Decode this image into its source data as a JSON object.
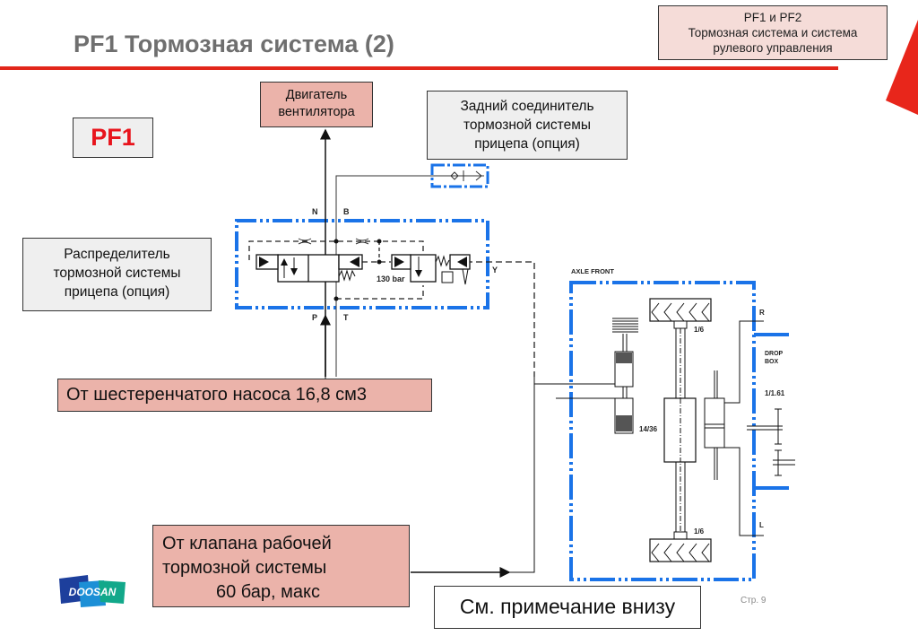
{
  "slide": {
    "title": "PF1 Тормозная система (2)",
    "page_number": "Стр. 9",
    "accent_color": "#e2261b",
    "frame_color": "#1a73e8"
  },
  "header_box": {
    "line1": "PF1 и PF2",
    "line2": "Тормозная система и система",
    "line3": "рулевого управления"
  },
  "pf1_badge": "PF1",
  "callouts": {
    "fan_motor": {
      "line1": "Двигатель",
      "line2": "вентилятора"
    },
    "rear_coupler": {
      "line1": "Задний соединитель",
      "line2": "тормозной системы",
      "line3": "прицепа (опция)"
    },
    "distributor": {
      "line1": "Распределитель",
      "line2": "тормозной системы",
      "line3": "прицепа (опция)"
    },
    "gear_pump": "От шестеренчатого насоса 16,8 см3",
    "service_valve": {
      "line1": "От клапана рабочей",
      "line2": "тормозной системы",
      "line3": "60 бар, макс"
    },
    "note": "См. примечание внизу"
  },
  "schematic_labels": {
    "port_n": "N",
    "port_b": "B",
    "port_p": "P",
    "port_t": "T",
    "port_y": "Y",
    "relief_pressure": "130 bar",
    "axle_front": "AXLE FRONT",
    "right": "R",
    "left": "L",
    "drop_box_1": "DROP",
    "drop_box_2": "BOX",
    "ratio_drop_box": "1/1.61",
    "ratio_hub_top": "1/6",
    "ratio_hub_bottom": "1/6",
    "ratio_diff": "14/36"
  },
  "logo": {
    "text": "DOOSAN"
  }
}
